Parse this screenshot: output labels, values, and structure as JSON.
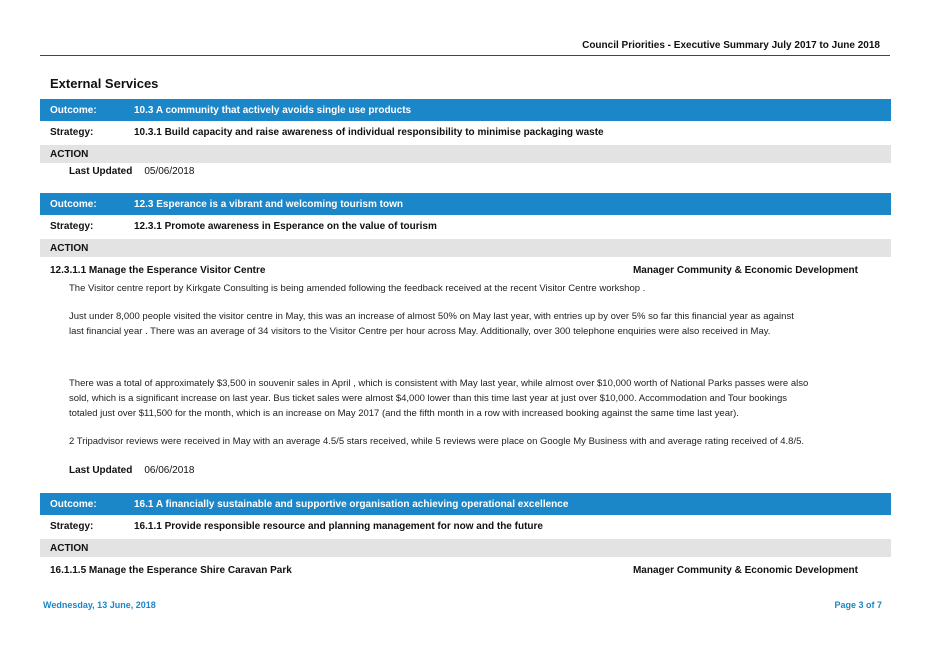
{
  "header": {
    "title": "Council Priorities - Executive Summary  July 2017 to June 2018"
  },
  "section_title": "External Services",
  "labels": {
    "outcome": "Outcome:",
    "strategy": "Strategy:",
    "action": "ACTION",
    "last_updated": "Last Updated"
  },
  "blocks": [
    {
      "outcome": "10.3  A community that actively avoids single use products",
      "strategy": "10.3.1  Build capacity and raise awareness of individual responsibility to minimise packaging waste",
      "last_updated": "05/06/2018"
    },
    {
      "outcome": "12.3  Esperance is a vibrant and welcoming tourism town",
      "strategy": "12.3.1  Promote awareness in Esperance on the value of tourism",
      "task": {
        "title": "12.3.1.1  Manage the Esperance Visitor Centre",
        "responsible": "Manager Community & Economic Development"
      },
      "paragraphs": [
        "The  Visitor centre report by Kirkgate Consulting is being amended following the feedback received at the recent Visitor Centre workshop .",
        "Just under 8,000 people visited the visitor centre in May, this was an increase of almost 50% on May last year, with entries up by over 5% so far this financial year as against last financial year . There was an average of 34  visitors to the Visitor Centre per hour across May. Additionally, over 300 telephone enquiries were also  received in May.",
        "There was a total of approximately $3,500 in souvenir sales in April , which is consistent with May last year, while almost over $10,000 worth of National Parks passes were also sold, which is a significant  increase on last year. Bus ticket sales were almost $4,000 lower than this time last year at just over $10,000. Accommodation and Tour bookings totaled just over $11,500 for the month, which is an increase on May 2017 (and the fifth month in a row with increased booking against the same time last year).",
        " 2 Tripadvisor reviews were received in May with an average 4.5/5 stars received, while 5 reviews were place on Google My Business with and average rating received of 4.8/5."
      ],
      "last_updated": "06/06/2018"
    },
    {
      "outcome": "16.1  A financially sustainable and supportive organisation achieving operational excellence",
      "strategy": "16.1.1  Provide responsible resource and planning management for now and the future",
      "task": {
        "title": "16.1.1.5  Manage the Esperance Shire Caravan Park",
        "responsible": "Manager Community & Economic Development"
      }
    }
  ],
  "footer": {
    "date": "Wednesday, 13 June, 2018",
    "page": "Page 3 of 7"
  }
}
